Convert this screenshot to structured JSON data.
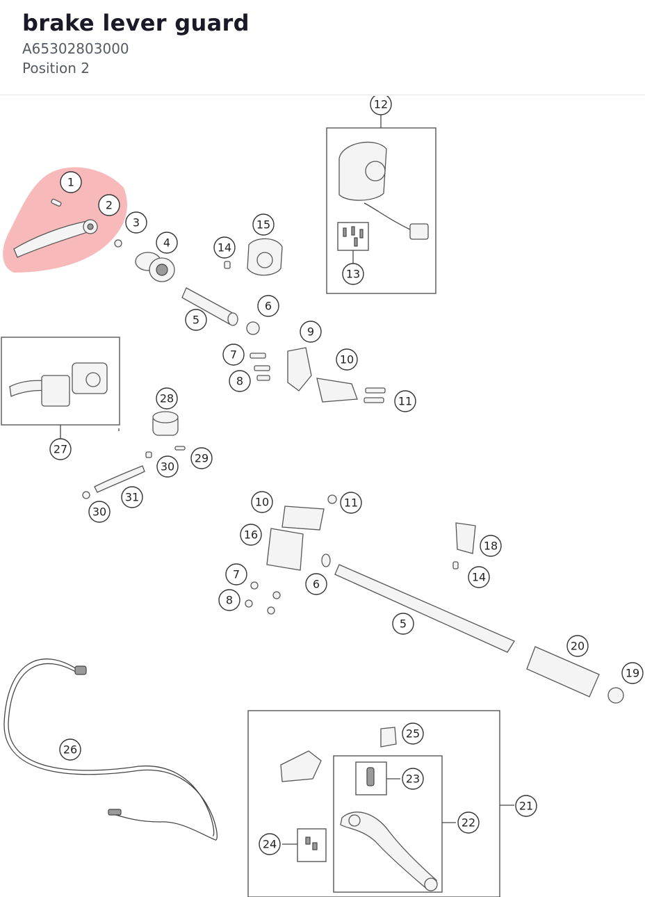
{
  "header": {
    "title": "brake lever guard",
    "part_number": "A65302803000",
    "position": "Position 2"
  },
  "highlight_color": "#f08080",
  "callouts": {
    "c1": "1",
    "c2": "2",
    "c3": "3",
    "c4": "4",
    "c5a": "5",
    "c6a": "6",
    "c7a": "7",
    "c8a": "8",
    "c9": "9",
    "c10a": "10",
    "c11a": "11",
    "c12": "12",
    "c13": "13",
    "c14a": "14",
    "c15": "15",
    "c27": "27",
    "c28": "28",
    "c29": "29",
    "c30a": "30",
    "c30b": "30",
    "c31": "31",
    "c10b": "10",
    "c11b": "11",
    "c16": "16",
    "c7b": "7",
    "c8b": "8",
    "c6b": "6",
    "c18": "18",
    "c14b": "14",
    "c5b": "5",
    "c20": "20",
    "c19": "19",
    "c26": "26",
    "c25": "25",
    "c23": "23",
    "c22": "22",
    "c21": "21",
    "c24": "24"
  }
}
